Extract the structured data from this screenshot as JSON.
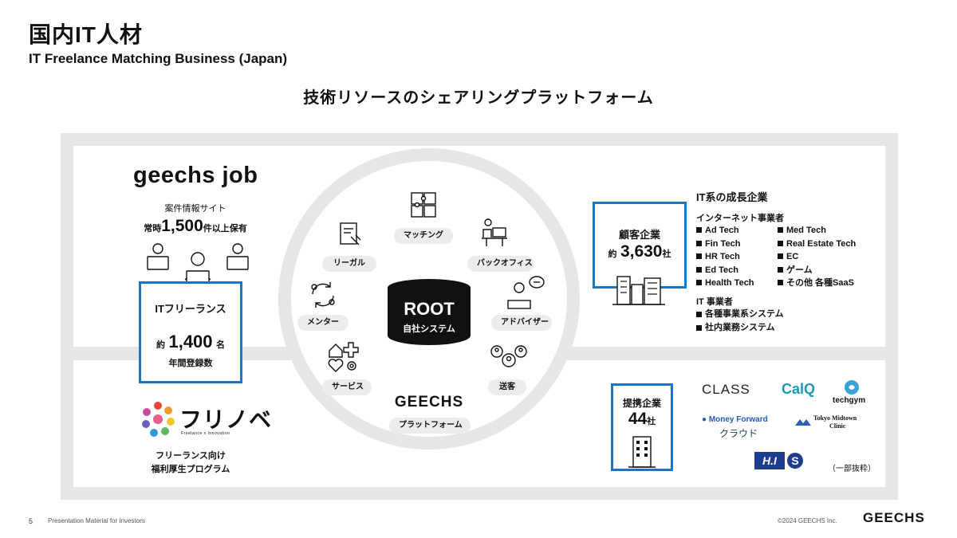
{
  "header": {
    "title": "国内IT人材",
    "subtitle": "IT Freelance Matching Business (Japan)",
    "headline": "技術リソースのシェアリングプラットフォーム"
  },
  "left": {
    "brand": "geechs job",
    "site_label": "案件情報サイト",
    "count_prefix": "常時",
    "count": "1,500",
    "count_suffix": "件以上保有",
    "freelance_title": "ITフリーランス",
    "freelance_prefix": "約",
    "freelance_count": "1,400",
    "freelance_unit": "名",
    "freelance_sub": "年間登録数",
    "furinobe_logo": "フリノベ",
    "furinobe_tagline": "Freelance x Innovation",
    "furinobe_line1": "フリーランス向け",
    "furinobe_line2": "福利厚生プログラム"
  },
  "center": {
    "db_title": "ROOT",
    "db_sub": "自社システム",
    "brand": "GEECHS",
    "platform": "プラットフォーム",
    "services": [
      "マッチング",
      "リーガル",
      "バックオフィス",
      "メンター",
      "アドバイザー",
      "サービス",
      "送客"
    ]
  },
  "right": {
    "customers_title": "顧客企業",
    "customers_prefix": "約",
    "customers_count": "3,630",
    "customers_unit": "社",
    "growth_title": "IT系の成長企業",
    "internet_title": "インターネット事業者",
    "internet_col1": [
      "Ad Tech",
      "Fin Tech",
      "HR Tech",
      "Ed Tech",
      "Health Tech"
    ],
    "internet_col2": [
      "Med Tech",
      "Real Estate Tech",
      "EC",
      "ゲーム",
      "その他 各種SaaS"
    ],
    "it_title": "IT 事業者",
    "it_items": [
      "各種事業系システム",
      "社内業務システム"
    ],
    "partners_title": "提携企業",
    "partners_count": "44",
    "partners_unit": "社",
    "partner_logos": [
      "CLASS",
      "CalQ",
      "techgym",
      "Money Forward",
      "クラウド",
      "Tokyo Midtown",
      "Clinic",
      "H.I.S."
    ],
    "excerpt_note": "（一部抜粋）"
  },
  "footer": {
    "page": "5",
    "text": "Presentation Material for  Investors",
    "copyright": "©2024 GEECHS Inc.",
    "logo": "GEECHS"
  },
  "colors": {
    "accent_blue": "#1b77c5",
    "panel_gray": "#e6e6e8",
    "dark": "#111111"
  }
}
